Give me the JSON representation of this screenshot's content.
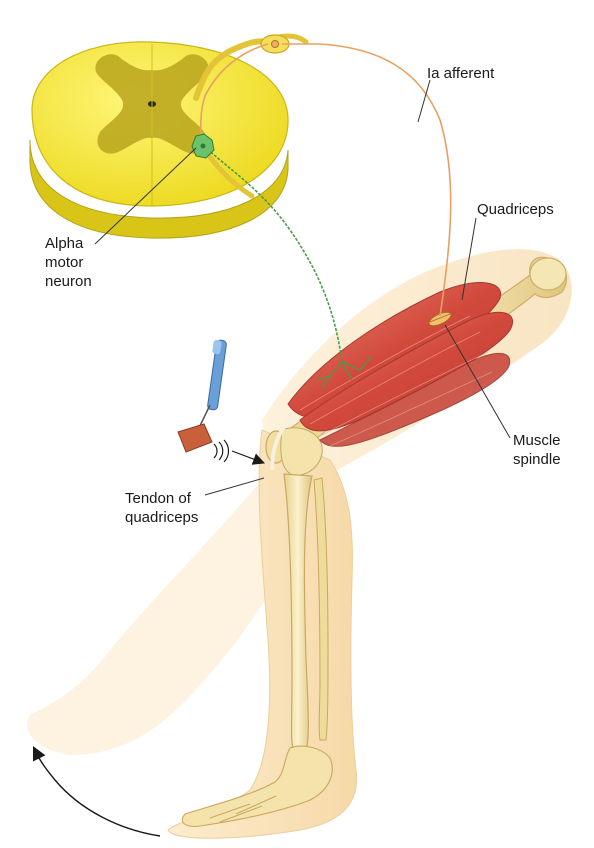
{
  "labels": {
    "ia_afferent": "Ia afferent",
    "quadriceps": "Quadriceps",
    "alpha_motor_neuron": "Alpha\nmotor\nneuron",
    "muscle_spindle": "Muscle\nspindle",
    "tendon_of_quadriceps": "Tendon of\nquadriceps"
  },
  "colors": {
    "spinal_cord_white_matter": "#f5e93a",
    "spinal_cord_gray_matter": "#b8a41c",
    "afferent_fiber": "#e8a060",
    "motor_fiber": "#4a9a4a",
    "motor_neuron": "#6cc26c",
    "muscle": "#d9574a",
    "bone": "#f3e2a8",
    "skin": "#fbe6c2",
    "hammer_handle": "#6a9fd8",
    "hammer_head": "#c8603c",
    "leader_line": "#333333"
  },
  "icons": {
    "hammer": "reflex-hammer-icon",
    "motion_arrow": "curved-arrow-icon"
  }
}
